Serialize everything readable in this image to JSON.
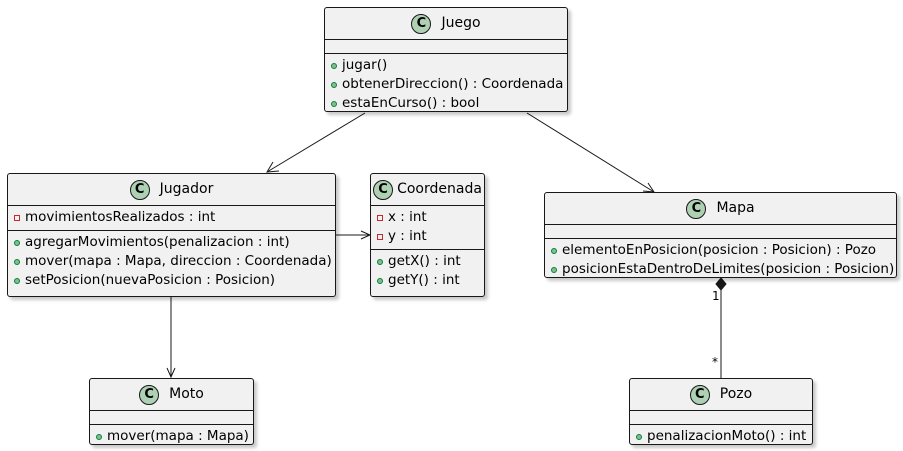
{
  "classes": {
    "juego": {
      "name": "Juego",
      "badge": "C",
      "attributes": [],
      "methods": [
        {
          "vis": "public",
          "text": "jugar()"
        },
        {
          "vis": "public",
          "text": "obtenerDireccion() : Coordenada"
        },
        {
          "vis": "public",
          "text": "estaEnCurso() : bool"
        }
      ]
    },
    "jugador": {
      "name": "Jugador",
      "badge": "C",
      "attributes": [
        {
          "vis": "private",
          "text": "movimientosRealizados : int"
        }
      ],
      "methods": [
        {
          "vis": "public",
          "text": "agregarMovimientos(penalizacion : int)"
        },
        {
          "vis": "public",
          "text": "mover(mapa : Mapa, direccion : Coordenada)"
        },
        {
          "vis": "public",
          "text": "setPosicion(nuevaPosicion : Posicion)"
        }
      ]
    },
    "coordenada": {
      "name": "Coordenada",
      "badge": "C",
      "attributes": [
        {
          "vis": "private",
          "text": "x : int"
        },
        {
          "vis": "private",
          "text": "y : int"
        }
      ],
      "methods": [
        {
          "vis": "public",
          "text": "getX() : int"
        },
        {
          "vis": "public",
          "text": "getY() : int"
        }
      ]
    },
    "mapa": {
      "name": "Mapa",
      "badge": "C",
      "attributes": [],
      "methods": [
        {
          "vis": "public",
          "text": "elementoEnPosicion(posicion : Posicion) : Pozo"
        },
        {
          "vis": "public",
          "text": "posicionEstaDentroDeLimites(posicion : Posicion)"
        }
      ]
    },
    "moto": {
      "name": "Moto",
      "badge": "C",
      "attributes": [],
      "methods": [
        {
          "vis": "public",
          "text": "mover(mapa : Mapa)"
        }
      ]
    },
    "pozo": {
      "name": "Pozo",
      "badge": "C",
      "attributes": [],
      "methods": [
        {
          "vis": "public",
          "text": "penalizacionMoto() : int"
        }
      ]
    }
  },
  "relations": [
    {
      "from": "Juego",
      "to": "Jugador",
      "kind": "association"
    },
    {
      "from": "Juego",
      "to": "Mapa",
      "kind": "association"
    },
    {
      "from": "Jugador",
      "to": "Coordenada",
      "kind": "association"
    },
    {
      "from": "Jugador",
      "to": "Moto",
      "kind": "association"
    },
    {
      "from": "Mapa",
      "to": "Pozo",
      "kind": "composition",
      "from_mult": "1",
      "to_mult": "*"
    }
  ],
  "colors": {
    "class_fill": "#f1f1f1",
    "border": "#181818",
    "badge_fill": "#add1b2",
    "public_fill": "#84be84",
    "public_border": "#038048",
    "private_border": "#c82930"
  }
}
